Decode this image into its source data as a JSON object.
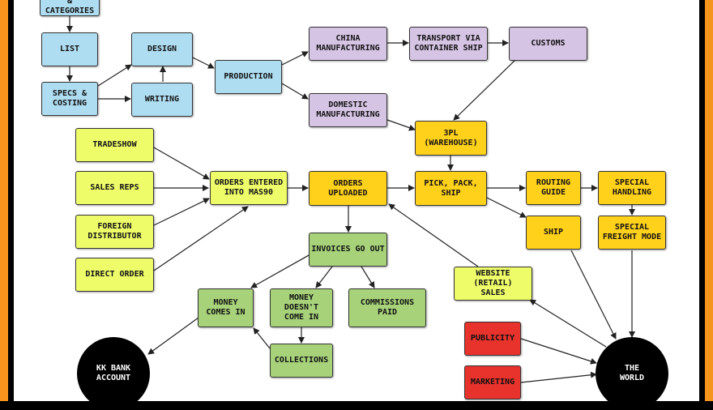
{
  "nodes": {
    "tags_categories": "& CATEGORIES",
    "list": "LIST",
    "specs_costing": "SPECS &\nCOSTING",
    "design": "DESIGN",
    "writing": "WRITING",
    "production": "PRODUCTION",
    "china_manufacturing": "CHINA\nMANUFACTURING",
    "transport": "TRANSPORT VIA\nCONTAINER SHIP",
    "customs": "CUSTOMS",
    "domestic_manufacturing": "DOMESTIC\nMANUFACTURING",
    "warehouse": "3PL\n(WAREHOUSE)",
    "tradeshow": "TRADESHOW",
    "sales_reps": "SALES REPS",
    "foreign_distributor": "FOREIGN\nDISTRIBUTOR",
    "direct_order": "DIRECT ORDER",
    "orders_entered": "ORDERS ENTERED\nINTO MAS90",
    "orders_uploaded": "ORDERS\nUPLOADED",
    "pick_pack_ship": "PICK, PACK,\nSHIP",
    "routing_guide": "ROUTING\nGUIDE",
    "special_handling": "SPECIAL\nHANDLING",
    "ship": "SHIP",
    "special_freight": "SPECIAL\nFREIGHT MODE",
    "invoices": "INVOICES GO OUT",
    "website_sales": "WEBSITE (RETAIL)\nSALES",
    "money_comes_in": "MONEY\nCOMES IN",
    "money_doesnt": "MONEY\nDOESN'T\nCOME IN",
    "commissions": "COMMISSIONS\nPAID",
    "collections": "COLLECTIONS",
    "publicity": "PUBLICITY",
    "marketing": "MARKETING",
    "bank_account": "KK BANK\nACCOUNT",
    "the_world": "THE\nWORLD"
  },
  "colors": {
    "frame": "#f7941d",
    "blue": "#aedcf0",
    "purple": "#d6c4e4",
    "yellow": "#ffd11b",
    "lime": "#eefc6a",
    "green": "#a7d27a",
    "red": "#e8322c",
    "circle": "#000000"
  }
}
